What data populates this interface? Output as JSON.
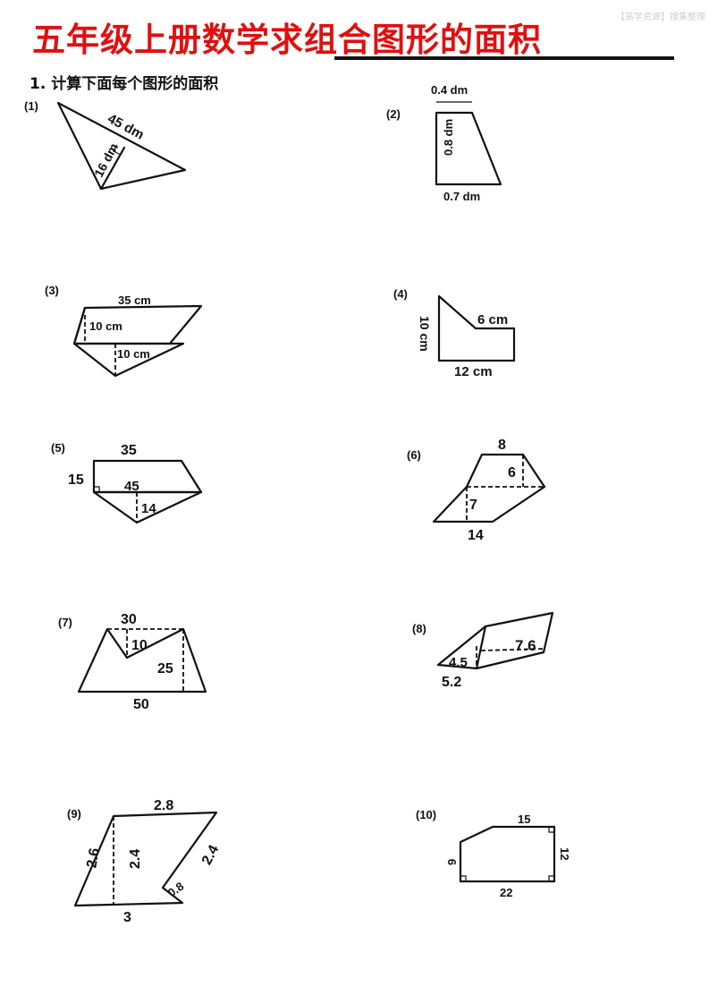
{
  "header": {
    "title": "五年级上册数学求组合图形的面积",
    "watermark": "【高学资源】搜集整理"
  },
  "question": {
    "text": "1. 计算下面每个图形的面积"
  },
  "figures": [
    {
      "label": "(1)",
      "values": [
        "45 dm",
        "16 dm"
      ]
    },
    {
      "label": "(2)",
      "values": [
        "0.4 dm",
        "0.8 dm",
        "0.7 dm"
      ]
    },
    {
      "label": "(3)",
      "values": [
        "35 cm",
        "10 cm",
        "10 cm"
      ]
    },
    {
      "label": "(4)",
      "values": [
        "10 cm",
        "6 cm",
        "12 cm"
      ]
    },
    {
      "label": "(5)",
      "values": [
        "35",
        "15",
        "45",
        "14"
      ]
    },
    {
      "label": "(6)",
      "values": [
        "8",
        "6",
        "7",
        "14"
      ]
    },
    {
      "label": "(7)",
      "values": [
        "30",
        "10",
        "25",
        "50"
      ]
    },
    {
      "label": "(8)",
      "values": [
        "7.6",
        "4.5",
        "5.2"
      ]
    },
    {
      "label": "(9)",
      "values": [
        "2.8",
        "2.6",
        "2.4",
        "2.4",
        "0.8",
        "3"
      ]
    },
    {
      "label": "(10)",
      "values": [
        "15",
        "9",
        "12",
        "22"
      ]
    }
  ]
}
